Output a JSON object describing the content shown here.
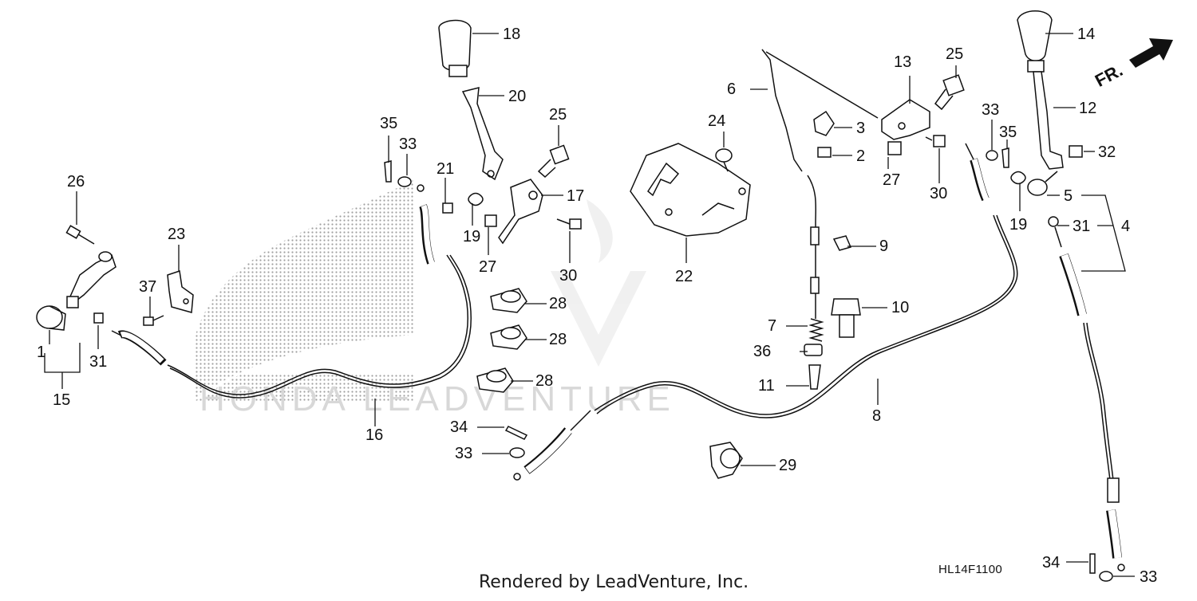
{
  "diagram": {
    "ref_code": "HL14F1100",
    "credit": "Rendered by LeadVenture, Inc.",
    "direction_label": "FR."
  },
  "callouts": {
    "c1": "1",
    "c2": "2",
    "c3": "3",
    "c4": "4",
    "c5": "5",
    "c6": "6",
    "c7": "7",
    "c8": "8",
    "c9": "9",
    "c10": "10",
    "c11": "11",
    "c12": "12",
    "c13": "13",
    "c14": "14",
    "c15": "15",
    "c16": "16",
    "c17": "17",
    "c18": "18",
    "c19a": "19",
    "c19b": "19",
    "c20": "20",
    "c21": "21",
    "c22": "22",
    "c23": "23",
    "c24": "24",
    "c25a": "25",
    "c25b": "25",
    "c26": "26",
    "c27a": "27",
    "c27b": "27",
    "c28a": "28",
    "c28b": "28",
    "c28c": "28",
    "c29": "29",
    "c30a": "30",
    "c30b": "30",
    "c31a": "31",
    "c31b": "31",
    "c32": "32",
    "c33a": "33",
    "c33b": "33",
    "c33c": "33",
    "c33d": "33",
    "c34a": "34",
    "c34b": "34",
    "c35a": "35",
    "c35b": "35",
    "c36": "36",
    "c37": "37"
  }
}
